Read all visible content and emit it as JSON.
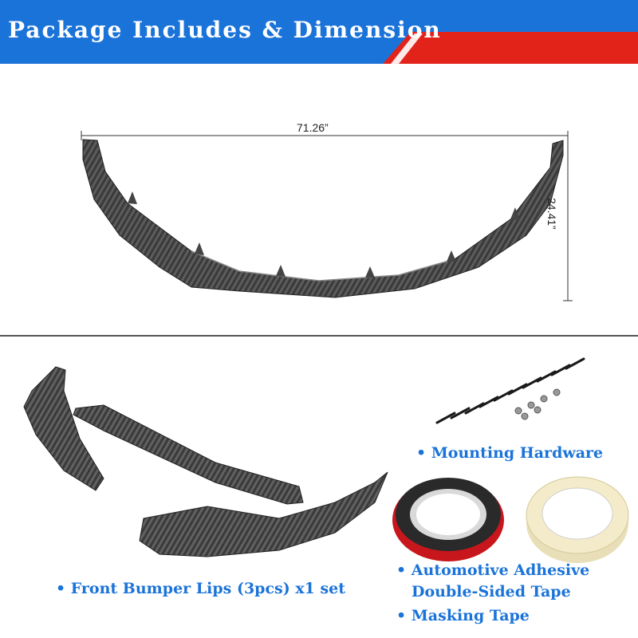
{
  "banner": {
    "title": "Package Includes & Dimension",
    "color": "#1a73d8",
    "accent_color": "#e2231a"
  },
  "dimensions": {
    "width": "71.26”",
    "height": "24.41”"
  },
  "items": {
    "hardware": "• Mounting Hardware",
    "lips": "• Front Bumper Lips (3pcs) x1 set",
    "adhesive_line1": "• Automotive Adhesive",
    "adhesive_line2": "Double-Sided Tape",
    "masking": "• Masking Tape"
  },
  "icons": [
    "bumper-lip-assembled-icon",
    "bumper-lip-pieces-icon",
    "screws-icon",
    "red-tape-roll-icon",
    "masking-tape-roll-icon"
  ]
}
